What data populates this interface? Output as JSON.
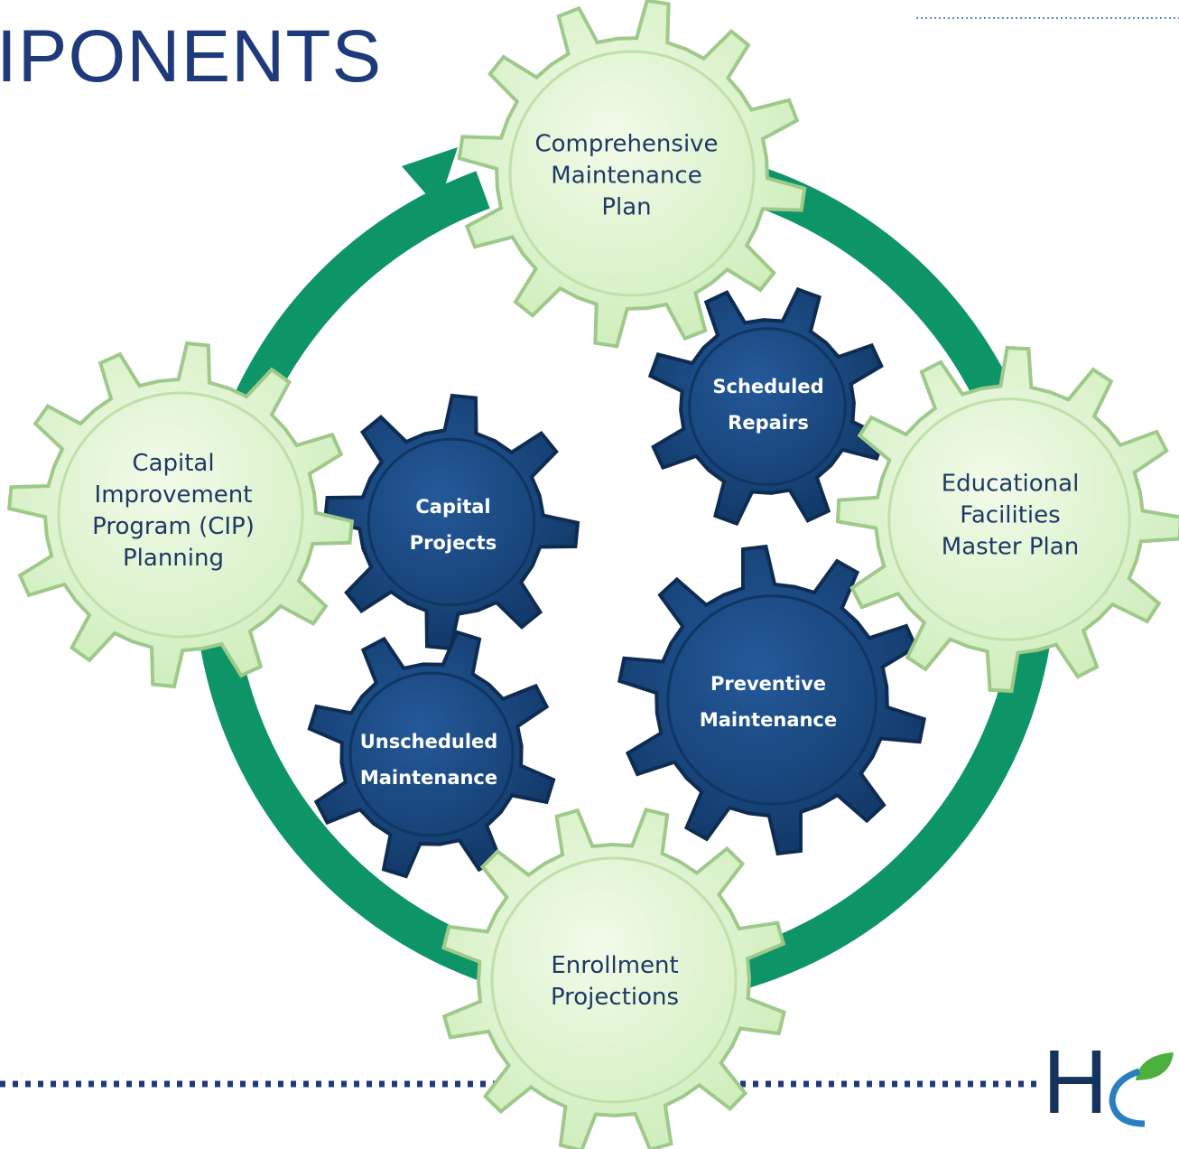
{
  "title": "IPONENTS",
  "logo": {
    "text": "H"
  },
  "colors": {
    "cycle_arrow": "#0d9467",
    "light_gear_fill": "#e2f7d2",
    "light_gear_stroke": "#9fc98a",
    "dark_gear_fill": "#1a4a80",
    "dark_gear_stroke": "#0e2c52",
    "title_text": "#1f3a7a",
    "dotted_rule": "#1f3a7a",
    "logo_leaf": "#4caf3f"
  },
  "outer_gears": [
    {
      "id": "comprehensive-maintenance-plan",
      "lines": [
        "Comprehensive",
        "Maintenance",
        "Plan"
      ]
    },
    {
      "id": "educational-facilities-master-plan",
      "lines": [
        "Educational",
        "Facilities",
        "Master Plan"
      ]
    },
    {
      "id": "enrollment-projections",
      "lines": [
        "Enrollment",
        "Projections"
      ]
    },
    {
      "id": "capital-improvement-program",
      "lines": [
        "Capital",
        "Improvement",
        "Program (CIP)",
        "Planning"
      ]
    }
  ],
  "inner_gears": [
    {
      "id": "scheduled-repairs",
      "lines": [
        "Scheduled",
        "Repairs"
      ]
    },
    {
      "id": "capital-projects",
      "lines": [
        "Capital",
        "Projects"
      ]
    },
    {
      "id": "preventive-maintenance",
      "lines": [
        "Preventive",
        "Maintenance"
      ]
    },
    {
      "id": "unscheduled-maintenance",
      "lines": [
        "Unscheduled",
        "Maintenance"
      ]
    }
  ]
}
